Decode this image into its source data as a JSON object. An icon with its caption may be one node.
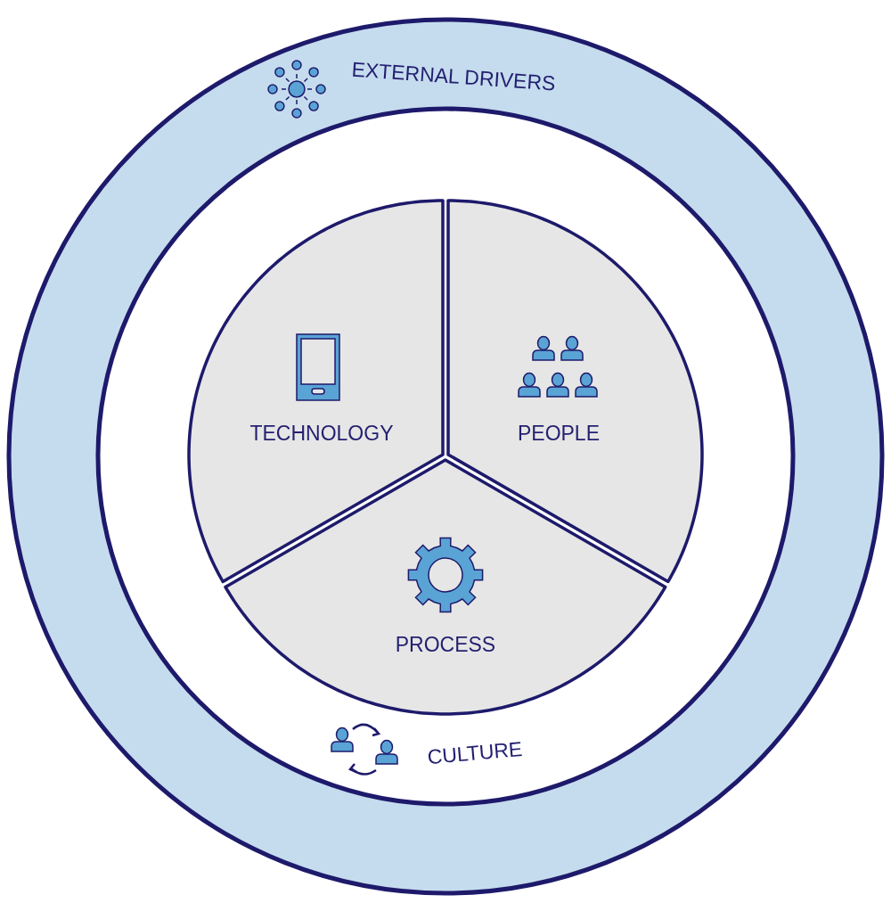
{
  "diagram": {
    "nodes": [
      {
        "text": [
          "EXTERNAL DRIVERS"
        ]
      },
      {
        "text": [
          "CULTURE"
        ],
        "in": 0
      },
      {
        "text": [
          "TECHNOLOGY"
        ],
        "in": 1
      },
      {
        "text": [
          "PEOPLE"
        ],
        "in": 1
      },
      {
        "text": [
          "PROCESS"
        ],
        "in": 1
      }
    ]
  }
}
